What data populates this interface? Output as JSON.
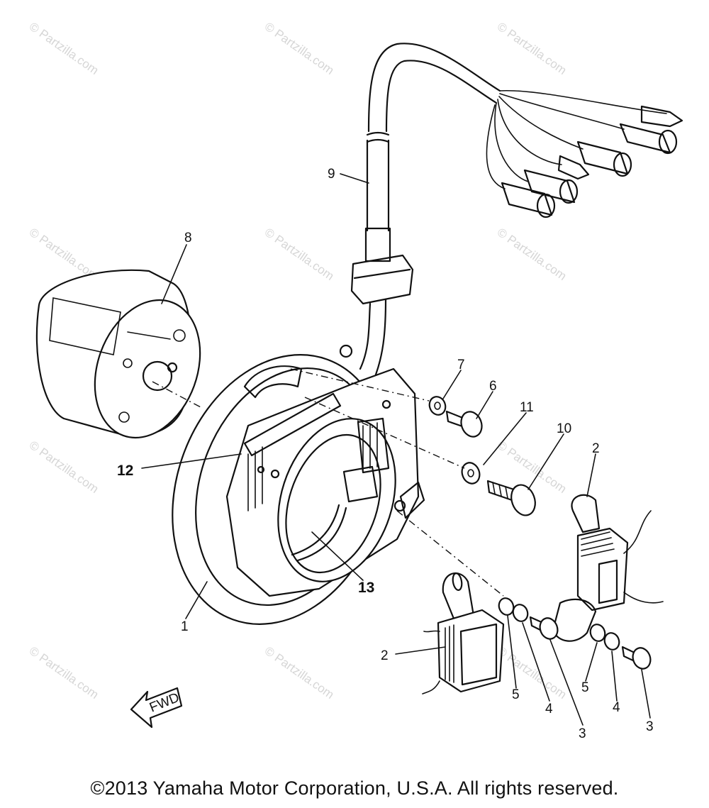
{
  "watermark": "© Partzilla.com",
  "footer": "©2013 Yamaha Motor Corporation, U.S.A. All rights reserved.",
  "fwd_tag": "FWD",
  "callouts": {
    "c1": "1",
    "c2a": "2",
    "c2b": "2",
    "c3a": "3",
    "c3b": "3",
    "c4a": "4",
    "c4b": "4",
    "c5a": "5",
    "c5b": "5",
    "c6": "6",
    "c7": "7",
    "c8": "8",
    "c9": "9",
    "c10": "10",
    "c11": "11",
    "c12": "12",
    "c13": "13"
  }
}
